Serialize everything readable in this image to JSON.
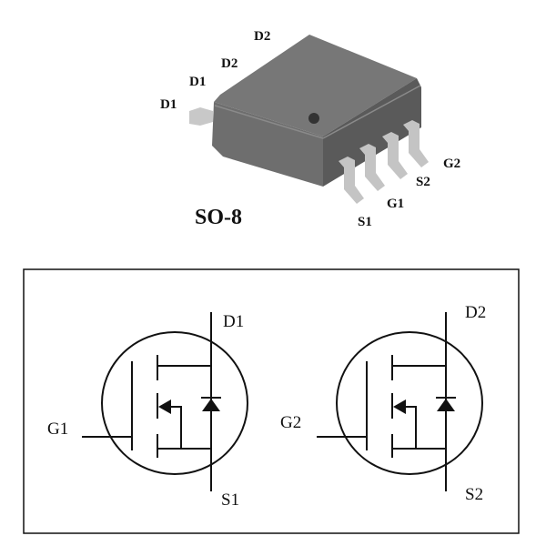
{
  "package": {
    "name": "SO-8",
    "pin_labels_left": [
      "D1",
      "D1",
      "D2",
      "D2"
    ],
    "pin_labels_right": [
      "S1",
      "G1",
      "S2",
      "G2"
    ]
  },
  "schematic": {
    "mosfet1": {
      "drain": "D1",
      "gate": "G1",
      "source": "S1"
    },
    "mosfet2": {
      "drain": "D2",
      "gate": "G2",
      "source": "S2"
    }
  }
}
